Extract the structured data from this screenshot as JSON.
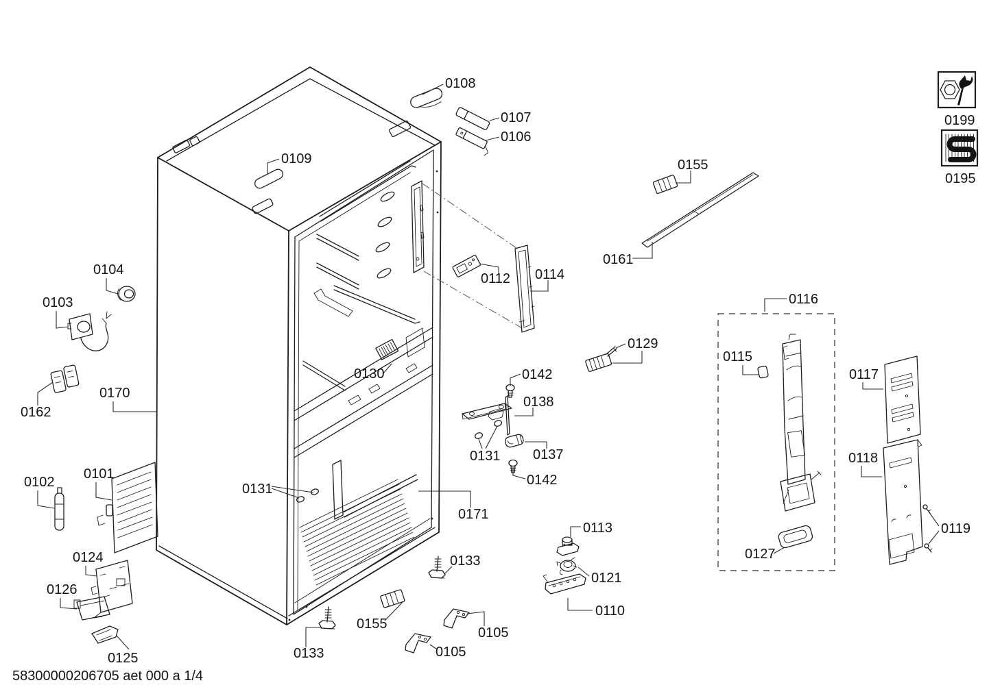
{
  "diagram": {
    "footer": "58300000206705 aet 000 a 1/4",
    "line_color": "#1e1e1e",
    "background_color": "#ffffff",
    "callouts": [
      {
        "text": "0108"
      },
      {
        "text": "0107"
      },
      {
        "text": "0106"
      },
      {
        "text": "0109"
      },
      {
        "text": "0155"
      },
      {
        "text": "0161"
      },
      {
        "text": "0104"
      },
      {
        "text": "0103"
      },
      {
        "text": "0170"
      },
      {
        "text": "0162"
      },
      {
        "text": "0130"
      },
      {
        "text": "0112"
      },
      {
        "text": "0114"
      },
      {
        "text": "0129"
      },
      {
        "text": "0142"
      },
      {
        "text": "0138"
      },
      {
        "text": "0131"
      },
      {
        "text": "0137"
      },
      {
        "text": "0142"
      },
      {
        "text": "0102"
      },
      {
        "text": "0101"
      },
      {
        "text": "0124"
      },
      {
        "text": "0126"
      },
      {
        "text": "0125"
      },
      {
        "text": "0131"
      },
      {
        "text": "0171"
      },
      {
        "text": "0133"
      },
      {
        "text": "0113"
      },
      {
        "text": "0121"
      },
      {
        "text": "0110"
      },
      {
        "text": "0155"
      },
      {
        "text": "0105"
      },
      {
        "text": "0105"
      },
      {
        "text": "0133"
      },
      {
        "text": "0116"
      },
      {
        "text": "0115"
      },
      {
        "text": "0127"
      },
      {
        "text": "0117"
      },
      {
        "text": "0118"
      },
      {
        "text": "0119"
      }
    ],
    "legend": [
      {
        "label": "0199",
        "icon": "wrench-and-nut"
      },
      {
        "label": "0195",
        "icon": "condenser-coil"
      }
    ]
  }
}
